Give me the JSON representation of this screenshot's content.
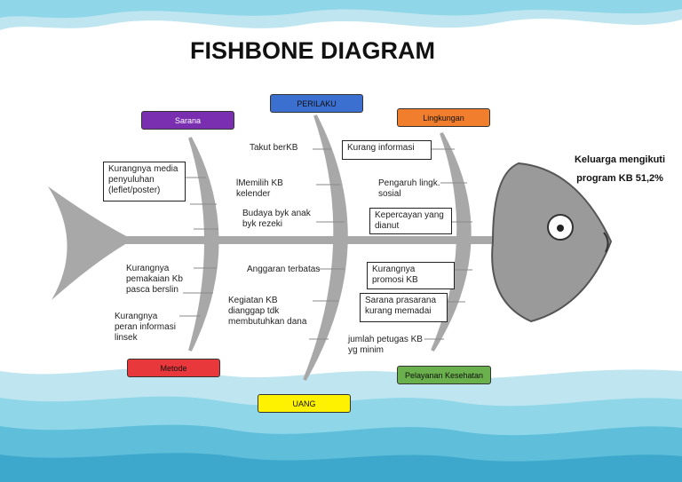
{
  "title": "FISHBONE DIAGRAM",
  "effect": "Keluarga mengikuti\nprogram KB  51,2%",
  "categories": {
    "sarana": {
      "label": "Sarana",
      "color": "#7a2fb0"
    },
    "perilaku": {
      "label": "PERILAKU",
      "color": "#3b6fd0"
    },
    "lingkungan": {
      "label": "Lingkungan",
      "color": "#f07e2c"
    },
    "metode": {
      "label": "Metode",
      "color": "#e8383b"
    },
    "uang": {
      "label": "UANG",
      "color": "#fff200"
    },
    "pelayanan": {
      "label": "Pelayanan Kesehatan",
      "color": "#6ab04c"
    }
  },
  "causes": {
    "sarana": [
      "Kurangnya media\npenyuluhan\n(leflet/poster)"
    ],
    "perilaku": [
      "Takut berKB",
      "lMemilih KB\nkelender",
      "Budaya byk anak\nbyk rezeki"
    ],
    "lingkungan": [
      "Kurang informasi",
      "Pengaruh lingk.\nsosial",
      "Kepercayan yang\ndianut"
    ],
    "metode": [
      "Kurangnya\npemakaian Kb\npasca berslin",
      "Kurangnya\nperan informasi\nlinsek"
    ],
    "uang": [
      "Anggaran terbatas",
      "Kegiatan KB\ndianggap tdk\nmembutuhkan dana"
    ],
    "pelayanan": [
      "Kurangnya\npromosi KB",
      "Sarana prasarana\nkurang memadai",
      "jumlah petugas KB\nyg minim"
    ]
  },
  "colors": {
    "water_light": "#bfe6f0",
    "water_mid": "#7fcfe3",
    "water_dark": "#4fb3d2",
    "bone": "#a8a8a8",
    "fish": "#9a9a9a"
  }
}
